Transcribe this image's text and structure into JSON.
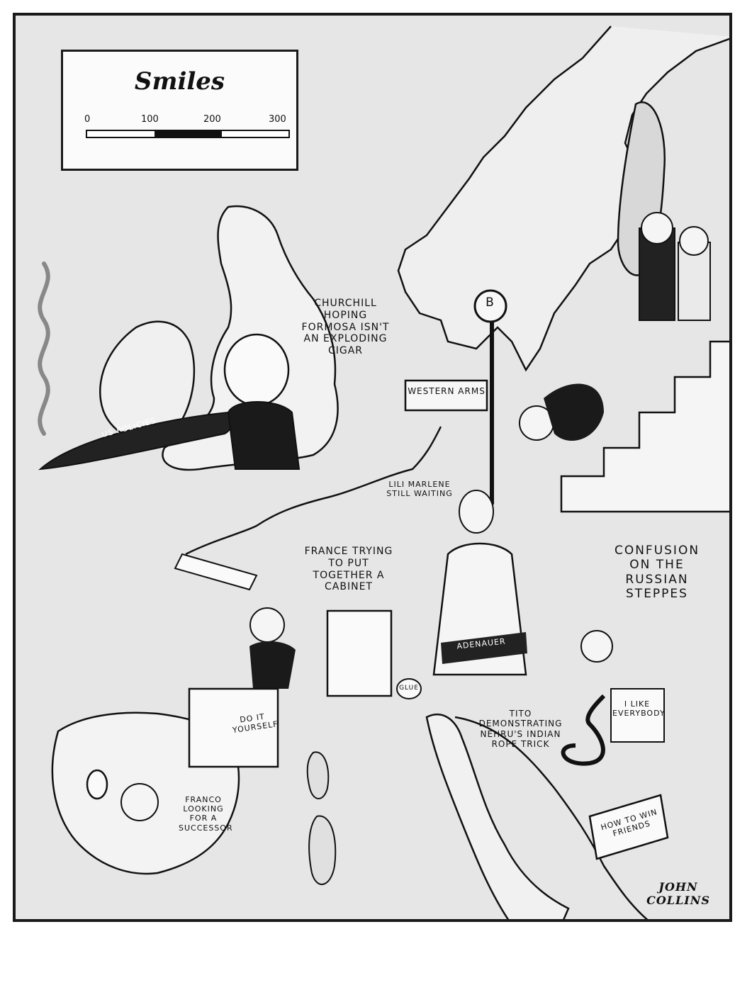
{
  "map": {
    "scale_title": "Smiles",
    "scale_ticks": [
      "0",
      "100",
      "200",
      "300"
    ]
  },
  "captions": {
    "churchill": "Churchill hoping Formosa isn't an exploding cigar",
    "cigar_label": "US Policies",
    "western_arms": "Western Arms",
    "sign_letter": "B",
    "lili": "Lili Marlene still waiting",
    "russian": "Confusion on the Russian steppes",
    "france": "France trying to put together a cabinet",
    "adenauer": "Adenauer",
    "glue": "Glue",
    "do_it_yourself": "Do it yourself",
    "tito": "Tito demonstrating Nehru's Indian rope trick",
    "i_like": "I like everybody",
    "win_friends": "How to win friends",
    "franco": "Franco looking for a successor",
    "signature": "John Collins"
  },
  "colors": {
    "ink": "#111111",
    "wash": "#e8e8e8",
    "paper": "#ffffff"
  }
}
